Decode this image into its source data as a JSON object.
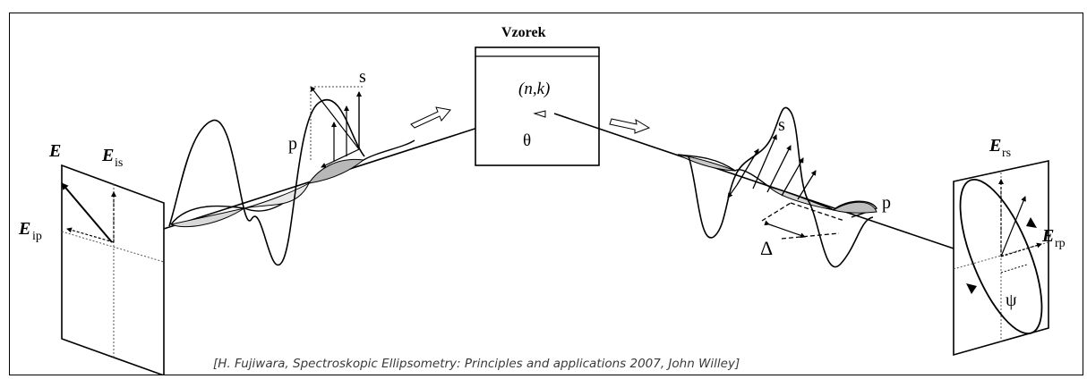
{
  "sample": {
    "title": "Vzorek",
    "optical_constants": "(n,k)",
    "angle_symbol": "θ"
  },
  "incident": {
    "field_label_main": "E",
    "field_s_main": "E",
    "field_s_sub": "is",
    "field_p_main": "E",
    "field_p_sub": "ip",
    "s_label": "s",
    "p_label": "p"
  },
  "reflected": {
    "field_s_main": "E",
    "field_s_sub": "rs",
    "field_p_main": "E",
    "field_p_sub": "rp",
    "s_label": "s",
    "p_label": "p",
    "phase_symbol": "Δ",
    "amplitude_symbol": "ψ"
  },
  "caption": "[H. Fujiwara, Spectroskopic Ellipsometry: Principles  and applications 2007, John Willey]"
}
